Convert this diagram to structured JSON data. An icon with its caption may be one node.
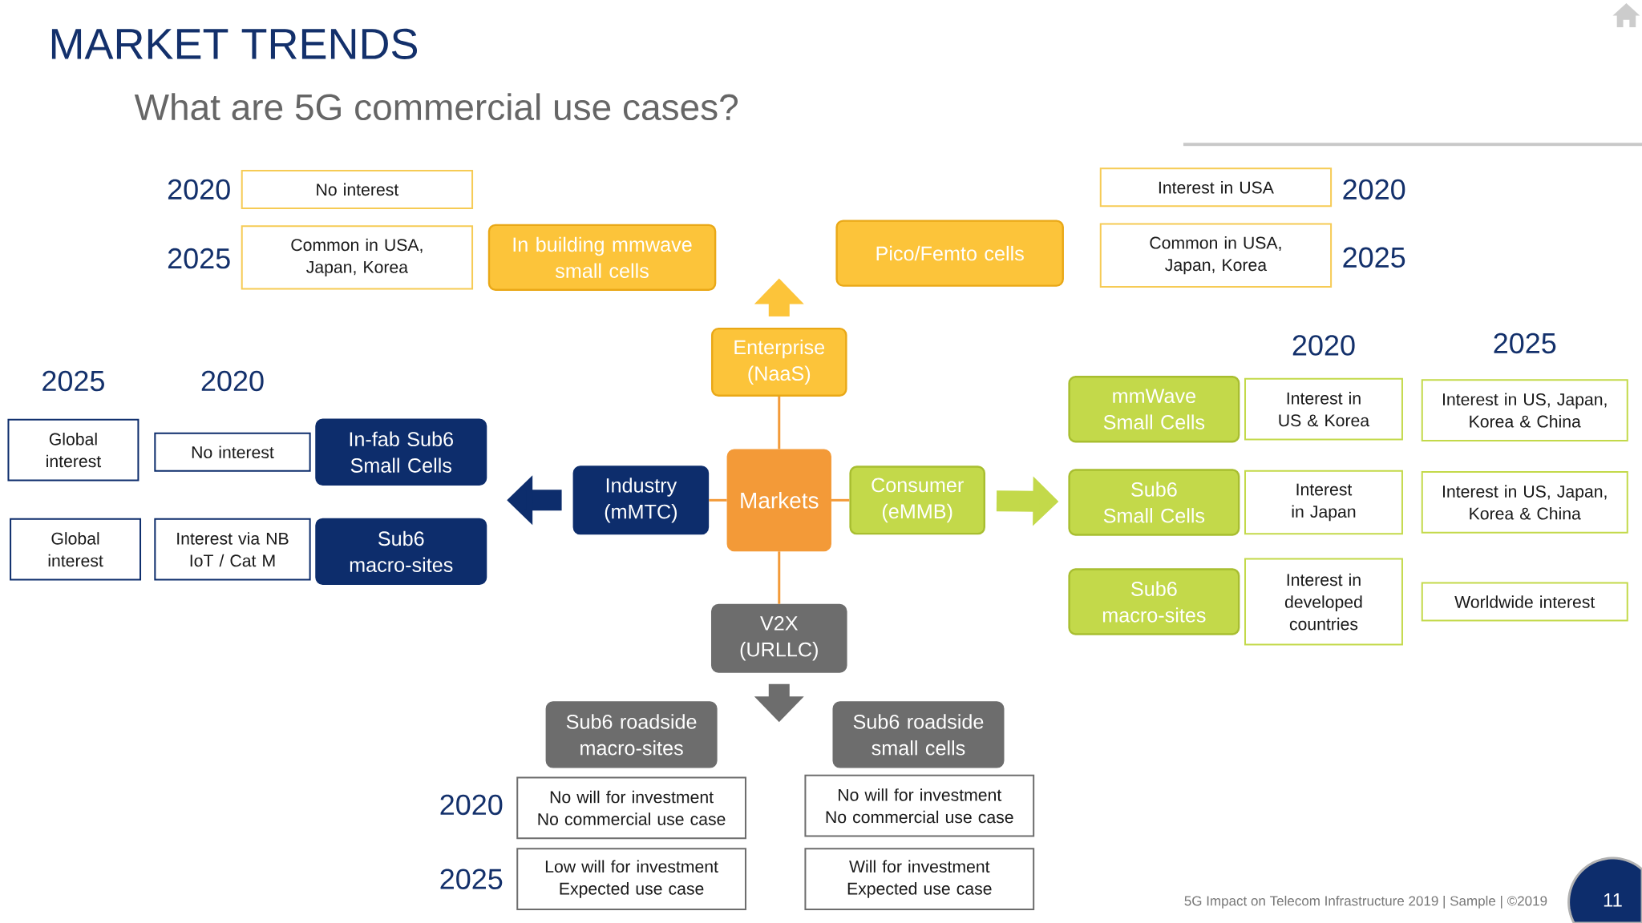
{
  "diagram": {
    "title": "MARKET TRENDS",
    "nodes": [
      {
        "text": [
          "Markets"
        ]
      },
      {
        "text": [
          "Enterprise (NaaS)"
        ]
      },
      {
        "text": [
          "Industry (mMTC)"
        ]
      },
      {
        "text": [
          "Consumer (eMMB)"
        ]
      },
      {
        "text": [
          "V2X (URLLC)"
        ]
      },
      {
        "text": [
          "In building mmwave small cells"
        ]
      },
      {
        "text": [
          "Pico/Femto cells"
        ]
      },
      {
        "text": [
          "No interest"
        ]
      },
      {
        "text": [
          "Common in USA, Japan, Korea"
        ]
      },
      {
        "text": [
          "Interest in USA"
        ]
      },
      {
        "text": [
          "Common in USA, Japan, Korea"
        ]
      },
      {
        "text": [
          "In-fab Sub6 Small Cells"
        ]
      },
      {
        "text": [
          "Sub6 macro-sites"
        ]
      },
      {
        "text": [
          "Global interest"
        ]
      },
      {
        "text": [
          "No interest"
        ]
      },
      {
        "text": [
          "Global interest"
        ]
      },
      {
        "text": [
          "Interest via NB IoT / Cat M"
        ]
      },
      {
        "text": [
          "mmWave Small Cells"
        ]
      },
      {
        "text": [
          "Sub6 Small Cells"
        ]
      },
      {
        "text": [
          "Sub6 macro-sites"
        ]
      },
      {
        "text": [
          "Interest in US & Korea"
        ]
      },
      {
        "text": [
          "Interest in US, Japan, Korea & China"
        ]
      },
      {
        "text": [
          "Interest in Japan"
        ]
      },
      {
        "text": [
          "Interest in US, Japan, Korea & China"
        ]
      },
      {
        "text": [
          "Interest in developed countries"
        ]
      },
      {
        "text": [
          "Worldwide interest"
        ]
      },
      {
        "text": [
          "Sub6 roadside macro-sites"
        ]
      },
      {
        "text": [
          "Sub6 roadside small cells"
        ]
      },
      {
        "text": [
          "No will for investment No commercial use case"
        ]
      },
      {
        "text": [
          "Low will for investment Expected use case"
        ]
      },
      {
        "text": [
          "No will for investment No commercial use case"
        ]
      },
      {
        "text": [
          "Will for investment Expected use case"
        ]
      }
    ],
    "edges": [
      {
        "from": 0,
        "to": 1,
        "arrow": "none",
        "color": "#f39a38"
      },
      {
        "from": 0,
        "to": 2,
        "arrow": "none",
        "color": "#f39a38"
      },
      {
        "from": 0,
        "to": 3,
        "arrow": "none",
        "color": "#f39a38"
      },
      {
        "from": 0,
        "to": 4,
        "arrow": "none",
        "color": "#f39a38"
      },
      {
        "from": 1,
        "to": null,
        "arrow": "to",
        "style": "thick",
        "color": "#fcc43a"
      },
      {
        "from": 2,
        "to": null,
        "arrow": "to",
        "style": "thick",
        "color": "#0d2d6c"
      },
      {
        "from": 3,
        "to": 18,
        "arrow": "to",
        "style": "thick",
        "color": "#c3d94a"
      },
      {
        "from": 4,
        "to": null,
        "arrow": "to",
        "style": "thick",
        "color": "#6d6d6d"
      }
    ],
    "labels": [
      "What are 5G commercial use cases?",
      "2020",
      "2020",
      "2025",
      "2025",
      "2020",
      "2025",
      "2025",
      "2020",
      "2020",
      "2025",
      "5G Impact on Telecom Infrastructure 2019 | Sample | ©2019",
      "11"
    ]
  }
}
